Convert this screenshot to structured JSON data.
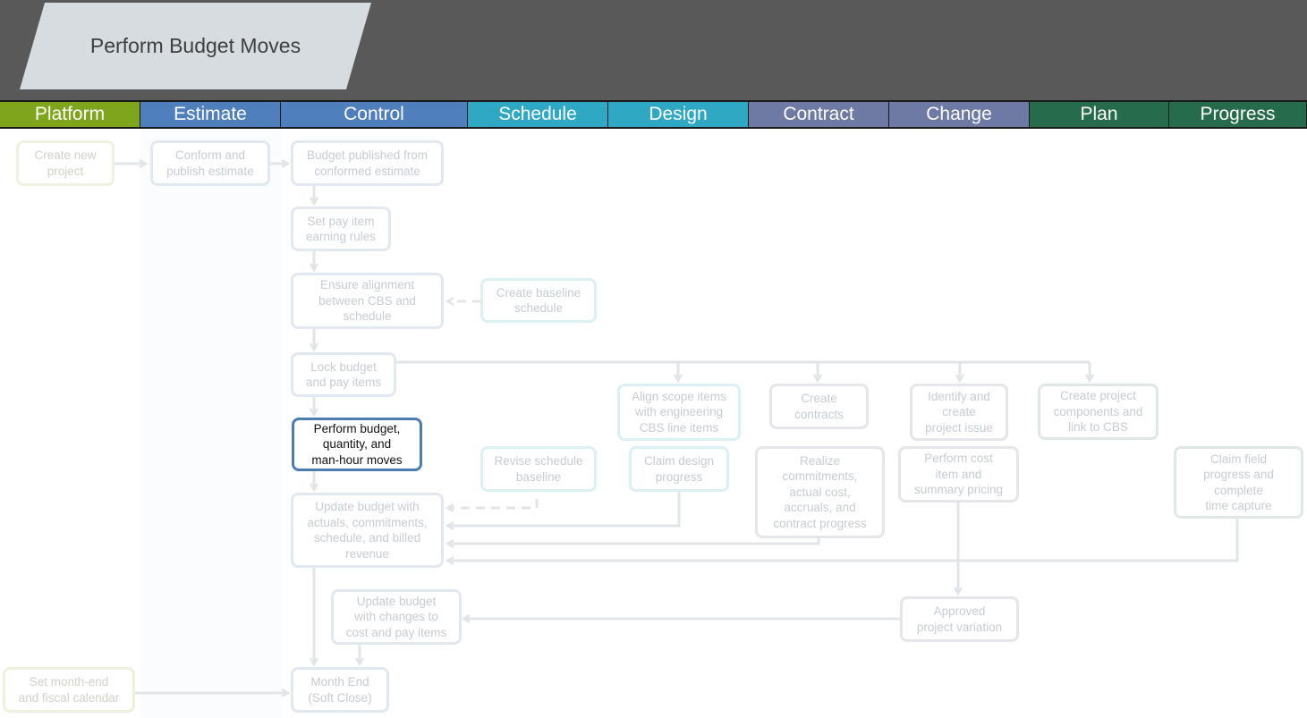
{
  "title": "Perform Budget Moves",
  "lanes": [
    {
      "label": "Platform",
      "color": "#7fa51c"
    },
    {
      "label": "Estimate",
      "color": "#4f7fbd"
    },
    {
      "label": "Control",
      "color": "#4f7fbd"
    },
    {
      "label": "Schedule",
      "color": "#2fa8c4"
    },
    {
      "label": "Design",
      "color": "#2fa8c4"
    },
    {
      "label": "Contract",
      "color": "#6e7aa3"
    },
    {
      "label": "Change",
      "color": "#6e7aa3"
    },
    {
      "label": "Plan",
      "color": "#266b4b"
    },
    {
      "label": "Progress",
      "color": "#266b4b"
    }
  ],
  "nodes": {
    "create_new_project": "Create new\nproject",
    "conform_publish_estimate": "Conform and\npublish estimate",
    "budget_published": "Budget published from\nconformed estimate",
    "set_pay_item_rules": "Set pay item\nearning rules",
    "ensure_alignment": "Ensure alignment\nbetween CBS and\nschedule",
    "create_baseline_schedule": "Create baseline\nschedule",
    "lock_budget": "Lock budget\nand pay items",
    "align_scope_items": "Align scope items\nwith engineering\nCBS line items",
    "create_contracts": "Create\ncontracts",
    "identify_create_issue": "Identify and\ncreate\nproject issue",
    "create_project_components": "Create project\ncomponents and\nlink to CBS",
    "perform_budget_moves": "Perform budget,\nquantity, and\nman-hour moves",
    "revise_schedule_baseline": "Revise schedule\nbaseline",
    "claim_design_progress": "Claim design\nprogress",
    "realize_commitments": "Realize\ncommitments,\nactual cost,\naccruals, and\ncontract progress",
    "perform_cost_item": "Perform cost\nitem and\nsummary pricing",
    "claim_field_progress": "Claim field\nprogress and\ncomplete\ntime capture",
    "update_budget_actuals": "Update budget with\nactuals, commitments,\nschedule, and billed\nrevenue",
    "update_budget_changes": "Update budget\nwith changes to\ncost and pay items",
    "approved_project_variation": "Approved\nproject variation",
    "set_month_end": "Set month-end\nand fiscal calendar",
    "month_end": "Month End\n(Soft Close)"
  }
}
